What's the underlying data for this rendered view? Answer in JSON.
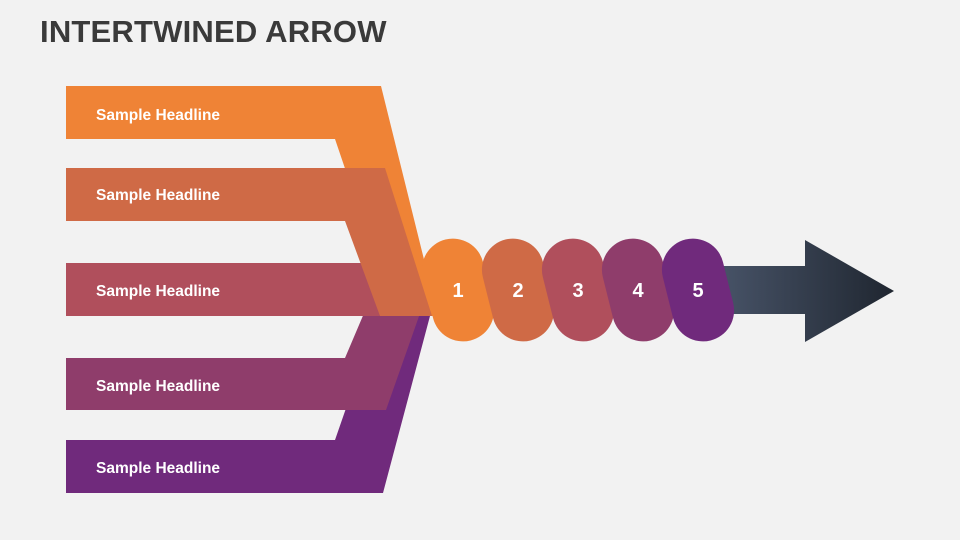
{
  "title": "INTERTWINED ARROW",
  "colors": {
    "orange": "#ef8336",
    "orange_red": "#cf6a46",
    "rose": "#b04f5c",
    "plum": "#8f3d6b",
    "purple": "#702a7c",
    "arrow_light": "#5c6b82",
    "arrow_dark": "#1f2630",
    "background": "#f2f2f2"
  },
  "headlines": [
    {
      "label": "Sample Headline"
    },
    {
      "label": "Sample Headline"
    },
    {
      "label": "Sample Headline"
    },
    {
      "label": "Sample Headline"
    },
    {
      "label": "Sample Headline"
    }
  ],
  "steps": [
    {
      "number": "1"
    },
    {
      "number": "2"
    },
    {
      "number": "3"
    },
    {
      "number": "4"
    },
    {
      "number": "5"
    }
  ]
}
